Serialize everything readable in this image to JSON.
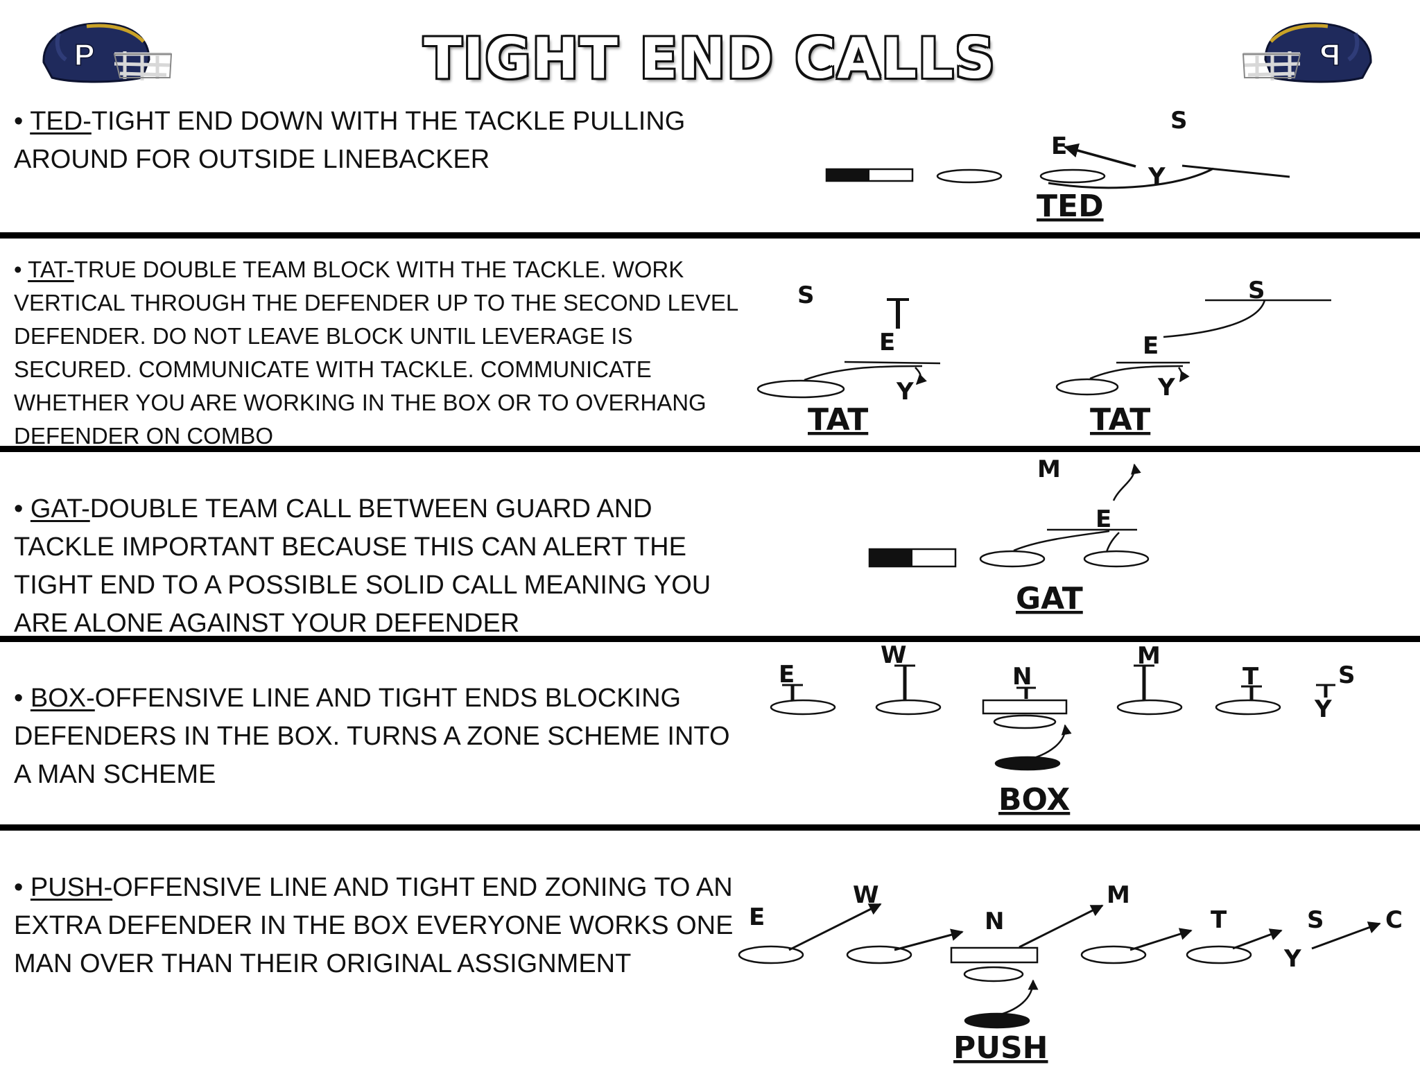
{
  "title": "TIGHT END CALLS",
  "logo_text": "P",
  "colors": {
    "helmet_navy": "#1f2a5c",
    "helmet_gold": "#c9a227",
    "ink": "#111111"
  },
  "sections": [
    {
      "code": "TED-",
      "text": "TIGHT END DOWN WITH THE TACKLE PULLING AROUND FOR OUTSIDE LINEBACKER"
    },
    {
      "code": "TAT-",
      "text": "TRUE DOUBLE TEAM BLOCK WITH THE TACKLE. WORK VERTICAL THROUGH THE DEFENDER UP TO THE SECOND LEVEL DEFENDER. DO NOT LEAVE BLOCK UNTIL LEVERAGE IS SECURED. COMMUNICATE WITH TACKLE. COMMUNICATE WHETHER YOU ARE WORKING IN THE BOX OR TO OVERHANG DEFENDER ON COMBO"
    },
    {
      "code": "GAT-",
      "text": "DOUBLE TEAM CALL BETWEEN GUARD AND TACKLE IMPORTANT BECAUSE THIS CAN ALERT THE TIGHT END TO A POSSIBLE SOLID CALL MEANING YOU ARE ALONE AGAINST YOUR DEFENDER"
    },
    {
      "code": "BOX-",
      "text": "OFFENSIVE LINE AND TIGHT ENDS BLOCKING DEFENDERS IN THE BOX. TURNS A ZONE SCHEME INTO A MAN SCHEME"
    },
    {
      "code": "PUSH-",
      "text": "OFFENSIVE LINE AND TIGHT END ZONING TO AN EXTRA DEFENDER IN THE BOX EVERYONE WORKS ONE MAN OVER THAN THEIR ORIGINAL ASSIGNMENT"
    }
  ],
  "diagrams": {
    "ted": {
      "label": "TED",
      "positions": {
        "s": "S",
        "e": "E",
        "y": "Y"
      }
    },
    "tat1": {
      "label": "TAT",
      "positions": {
        "s": "S",
        "e": "E",
        "y": "Y"
      }
    },
    "tat2": {
      "label": "TAT",
      "positions": {
        "s": "S",
        "e": "E",
        "y": "Y"
      }
    },
    "gat": {
      "label": "GAT",
      "positions": {
        "m": "M",
        "e": "E"
      }
    },
    "box": {
      "label": "BOX",
      "positions": {
        "e": "E",
        "w": "W",
        "n": "N",
        "m": "M",
        "t": "T",
        "s": "S",
        "y": "Y"
      }
    },
    "push": {
      "label": "PUSH",
      "positions": {
        "e": "E",
        "w": "W",
        "n": "N",
        "m": "M",
        "t": "T",
        "s": "S",
        "c": "C",
        "y": "Y"
      }
    }
  }
}
